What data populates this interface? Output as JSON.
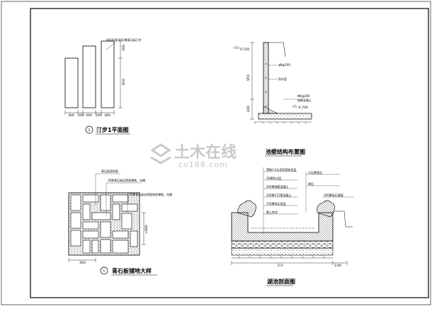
{
  "sheet": {
    "border_color": "#000000",
    "background": "#ffffff"
  },
  "drawings": {
    "stepping_stone_plan": {
      "index": "3",
      "title": "汀步1平面图",
      "dims_bottom": [
        "300",
        "200",
        "300",
        "200",
        "300"
      ],
      "dims_right": [
        "300",
        "850"
      ],
      "note": "600X300X50厚青石板汀步"
    },
    "pool_wall": {
      "title": "池壁结构布置图",
      "dims_left": [
        "0.150",
        "950",
        "400"
      ],
      "dims_right": [
        "-0.700"
      ],
      "notes": [
        "φ8@200",
        "防水层",
        "Φ8@200",
        "钢筋混凝土"
      ]
    },
    "bluestone_paving": {
      "index": "5",
      "title": "青石板铺地大样",
      "callouts": [
        "青石板荔枝面",
        "30厚青石板自然面铺贴，勾缝",
        "30厚青石板自然面斜纹铺贴，勾缝"
      ],
      "dim_right": "≈600",
      "dim_bottom": "300"
    },
    "pond_section": {
      "title": "湖池剖面图",
      "layers": [
        "预制1:3水泥砂浆结合层",
        "20厚防水层",
        "200厚钢筋混凝土",
        "100厚C15素混凝土",
        "150厚碎石垫层",
        "素土夯实"
      ],
      "right_notes": [
        "大石景观石",
        "湖石",
        "100厚砾石铺面"
      ],
      "dims_bottom": [
        "5.0",
        "3.00"
      ]
    }
  },
  "watermark": {
    "text": "土木在线",
    "subtext": "co188.com",
    "color": "#c9c9c9"
  }
}
